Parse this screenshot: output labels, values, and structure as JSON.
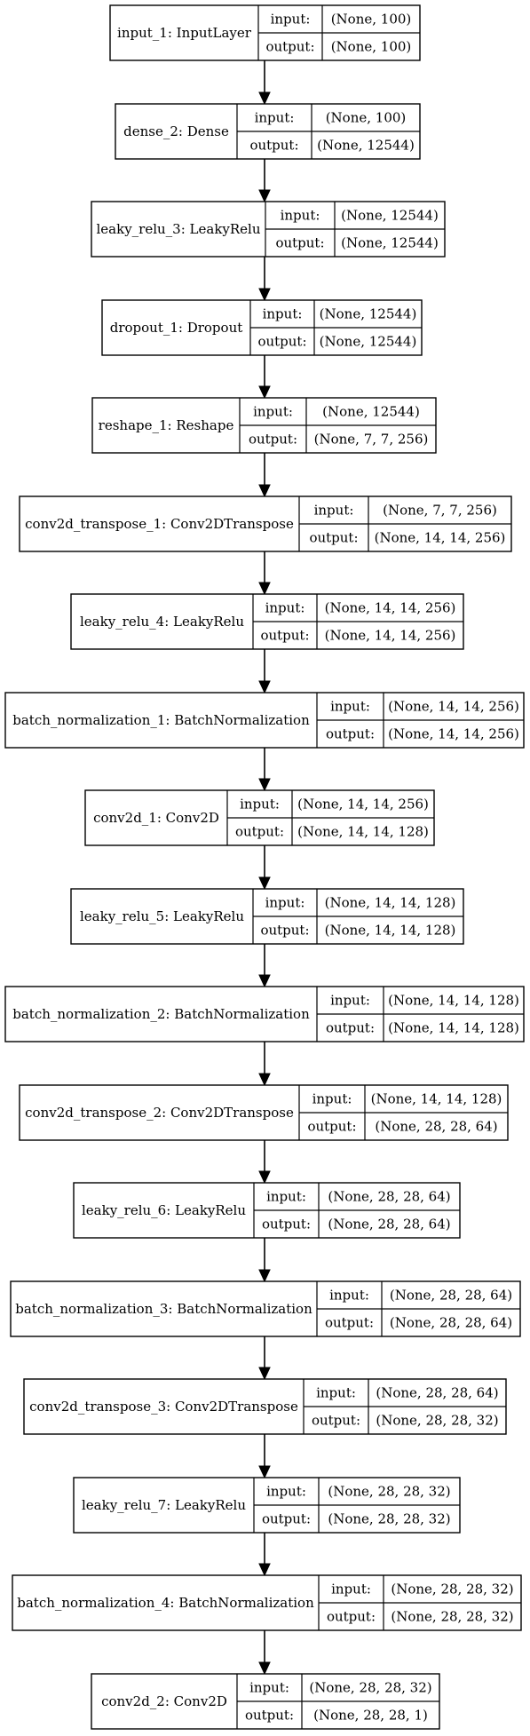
{
  "diagram": {
    "port_labels": {
      "input": "input:",
      "output": "output:"
    },
    "nodes": [
      {
        "name": "input_1: InputLayer",
        "input": "(None, 100)",
        "output": "(None, 100)"
      },
      {
        "name": "dense_2: Dense",
        "input": "(None, 100)",
        "output": "(None, 12544)"
      },
      {
        "name": "leaky_relu_3: LeakyRelu",
        "input": "(None, 12544)",
        "output": "(None, 12544)"
      },
      {
        "name": "dropout_1: Dropout",
        "input": "(None, 12544)",
        "output": "(None, 12544)"
      },
      {
        "name": "reshape_1: Reshape",
        "input": "(None, 12544)",
        "output": "(None, 7, 7, 256)"
      },
      {
        "name": "conv2d_transpose_1: Conv2DTranspose",
        "input": "(None, 7, 7, 256)",
        "output": "(None, 14, 14, 256)"
      },
      {
        "name": "leaky_relu_4: LeakyRelu",
        "input": "(None, 14, 14, 256)",
        "output": "(None, 14, 14, 256)"
      },
      {
        "name": "batch_normalization_1: BatchNormalization",
        "input": "(None, 14, 14, 256)",
        "output": "(None, 14, 14, 256)"
      },
      {
        "name": "conv2d_1: Conv2D",
        "input": "(None, 14, 14, 256)",
        "output": "(None, 14, 14, 128)"
      },
      {
        "name": "leaky_relu_5: LeakyRelu",
        "input": "(None, 14, 14, 128)",
        "output": "(None, 14, 14, 128)"
      },
      {
        "name": "batch_normalization_2: BatchNormalization",
        "input": "(None, 14, 14, 128)",
        "output": "(None, 14, 14, 128)"
      },
      {
        "name": "conv2d_transpose_2: Conv2DTranspose",
        "input": "(None, 14, 14, 128)",
        "output": "(None, 28, 28, 64)"
      },
      {
        "name": "leaky_relu_6: LeakyRelu",
        "input": "(None, 28, 28, 64)",
        "output": "(None, 28, 28, 64)"
      },
      {
        "name": "batch_normalization_3: BatchNormalization",
        "input": "(None, 28, 28, 64)",
        "output": "(None, 28, 28, 64)"
      },
      {
        "name": "conv2d_transpose_3: Conv2DTranspose",
        "input": "(None, 28, 28, 64)",
        "output": "(None, 28, 28, 32)"
      },
      {
        "name": "leaky_relu_7: LeakyRelu",
        "input": "(None, 28, 28, 32)",
        "output": "(None, 28, 28, 32)"
      },
      {
        "name": "batch_normalization_4: BatchNormalization",
        "input": "(None, 28, 28, 32)",
        "output": "(None, 28, 28, 32)"
      },
      {
        "name": "conv2d_2: Conv2D",
        "input": "(None, 28, 28, 32)",
        "output": "(None, 28, 28, 1)"
      }
    ]
  }
}
